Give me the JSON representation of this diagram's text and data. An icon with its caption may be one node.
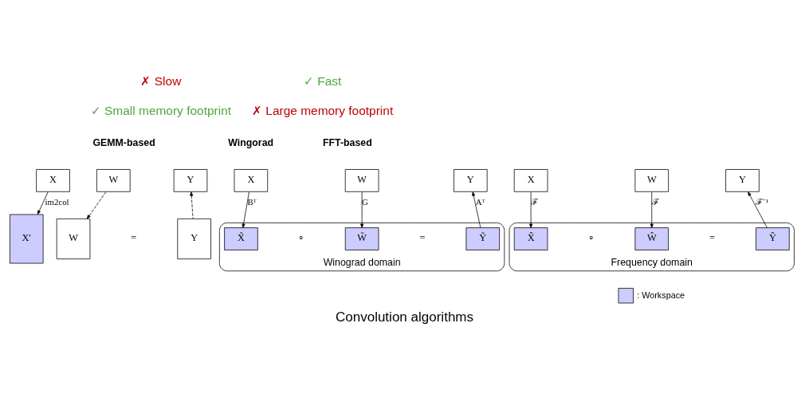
{
  "diagram": {
    "caption": "Convolution algorithms",
    "nodes": [
      {
        "text": [
          "X"
        ]
      },
      {
        "text": [
          "W"
        ]
      },
      {
        "text": [
          "Y"
        ]
      },
      {
        "text": [
          "X′"
        ]
      },
      {
        "text": [
          "W"
        ]
      },
      {
        "text": [
          "Y"
        ]
      },
      {
        "text": [
          "X"
        ]
      },
      {
        "text": [
          "W"
        ]
      },
      {
        "text": [
          "Y"
        ]
      },
      {
        "text": [
          "Winograd domain"
        ]
      },
      {
        "text": [
          "X̃"
        ],
        "in": 9
      },
      {
        "text": [
          "W̃"
        ],
        "in": 9
      },
      {
        "text": [
          "Ỹ"
        ],
        "in": 9
      },
      {
        "text": [
          "X"
        ]
      },
      {
        "text": [
          "W"
        ]
      },
      {
        "text": [
          "Y"
        ]
      },
      {
        "text": [
          "Frequency domain"
        ]
      },
      {
        "text": [
          "X̂"
        ],
        "in": 16
      },
      {
        "text": [
          "Ŵ"
        ],
        "in": 16
      },
      {
        "text": [
          "Ŷ"
        ],
        "in": 16
      }
    ],
    "edges": [
      {
        "from": 0,
        "to": 3,
        "arrow": "to",
        "label": "im2col"
      },
      {
        "from": 1,
        "to": 4,
        "arrow": "to",
        "style": "dashed"
      },
      {
        "from": 5,
        "to": 2,
        "arrow": "to",
        "style": "dashed"
      },
      {
        "from": 6,
        "to": 10,
        "arrow": "to",
        "label": "Bᵀ"
      },
      {
        "from": 7,
        "to": 11,
        "arrow": "to",
        "label": "G"
      },
      {
        "from": 12,
        "to": 8,
        "arrow": "to",
        "label": "Aᵀ"
      },
      {
        "from": 13,
        "to": 17,
        "arrow": "to",
        "label": "ℱ"
      },
      {
        "from": 14,
        "to": 18,
        "arrow": "to",
        "label": "ℱ"
      },
      {
        "from": 19,
        "to": 15,
        "arrow": "to",
        "label": "ℱ⁻¹"
      }
    ],
    "labels": [
      "✗ Slow",
      "✓ Small memory footprint",
      "✓ Fast",
      "✗ Large memory footprint",
      "GEMM-based",
      "Wingorad",
      "FFT-based",
      "=",
      "∘",
      "=",
      "∘",
      "="
    ],
    "legend": [
      {
        "text": ": Workspace",
        "color": "#ccccff"
      }
    ]
  }
}
